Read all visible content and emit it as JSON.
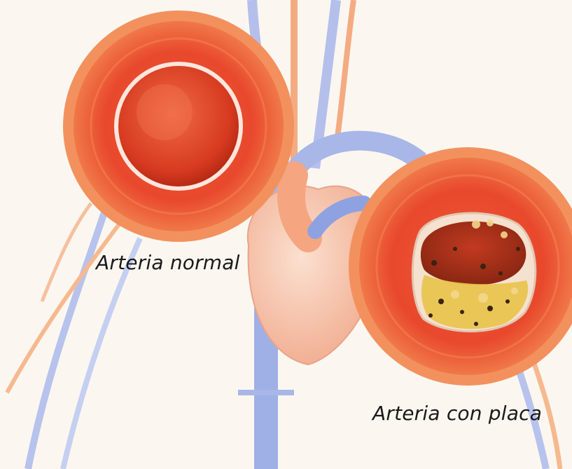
{
  "labels": {
    "normal_artery": "Arteria normal",
    "plaque_artery": "Arteria con placa"
  },
  "colors": {
    "background": "#fbf7f0",
    "vein_blue": "#aab7e6",
    "artery_orange": "#f2a878",
    "vessel_wall_red": "#e0402a",
    "vessel_outer_orange": "#f08a55",
    "lumen_red": "#d83b22",
    "heart_pink": "#f5c2a8",
    "plaque_yellow": "#e8c24a"
  },
  "icons": {
    "normal": "artery-cross-section-icon",
    "plaque": "plaque-artery-cross-section-icon",
    "heart": "heart-illustration"
  }
}
